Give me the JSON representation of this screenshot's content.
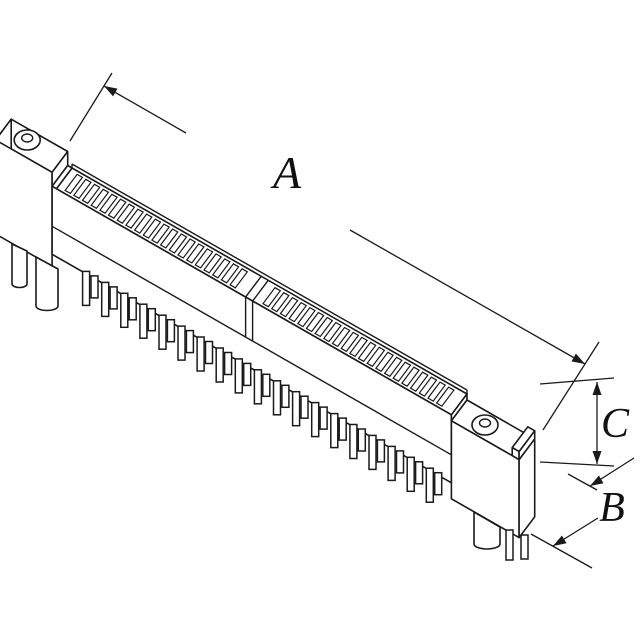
{
  "figure": {
    "background_color": "#ffffff",
    "line_color": "#1a1a1a",
    "dimension_labels": {
      "length": "A",
      "height": "C",
      "depth": "B"
    },
    "slot_sections": [
      20,
      21
    ],
    "pin_pairs": 19
  }
}
